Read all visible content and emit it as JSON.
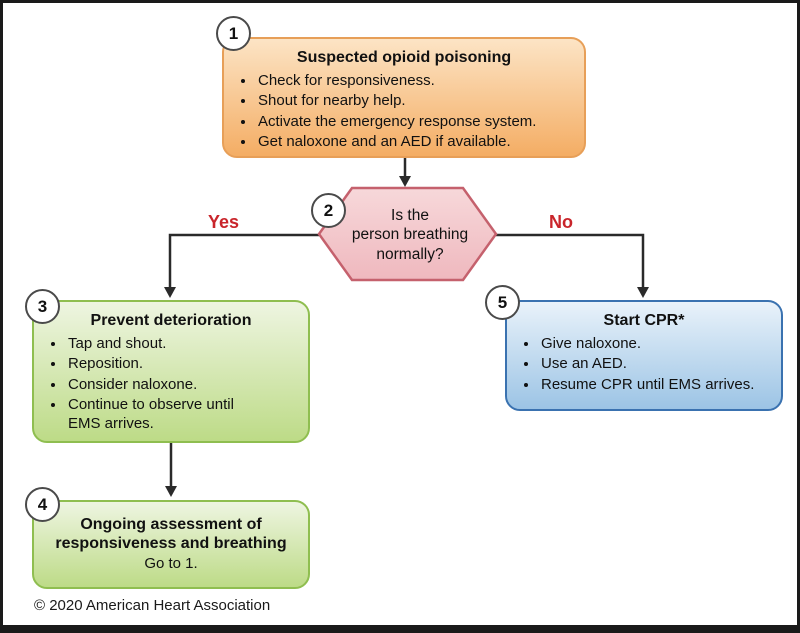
{
  "diagram": {
    "footer_copyright": "© 2020 American Heart Association",
    "branches": {
      "yes": "Yes",
      "no": "No"
    },
    "colors": {
      "branch_label": "#c9252b",
      "step1_fill_top": "#fce4c5",
      "step1_fill_bottom": "#f4ad64",
      "step1_border": "#e79f58",
      "step2_fill_top": "#f7d8da",
      "step2_fill_bottom": "#efb8be",
      "step2_border": "#c5616d",
      "green_fill_top": "#eef5e1",
      "green_fill_bottom": "#bddb87",
      "green_border": "#8fbe50",
      "step5_fill_top": "#e9f2fa",
      "step5_fill_bottom": "#9cc4e5",
      "step5_border": "#3a72b0",
      "connector": "#2a2a2a",
      "frame": "#1a1a1a"
    },
    "steps": {
      "s1": {
        "num": "1",
        "title": "Suspected opioid poisoning",
        "bullets": [
          "Check for responsiveness.",
          "Shout for nearby help.",
          "Activate the emergency response system.",
          "Get naloxone and an AED if available."
        ]
      },
      "s2": {
        "num": "2",
        "question_lines": [
          "Is the",
          "person breathing",
          "normally?"
        ]
      },
      "s3": {
        "num": "3",
        "title": "Prevent deterioration",
        "bullets": [
          "Tap and shout.",
          "Reposition.",
          "Consider naloxone.",
          "Continue to observe until EMS arrives."
        ]
      },
      "s4": {
        "num": "4",
        "title_lines": [
          "Ongoing assessment of",
          "responsiveness and breathing"
        ],
        "subtitle": "Go to 1."
      },
      "s5": {
        "num": "5",
        "title": "Start CPR*",
        "bullets": [
          "Give naloxone.",
          "Use an AED.",
          "Resume CPR until EMS arrives."
        ]
      }
    }
  }
}
